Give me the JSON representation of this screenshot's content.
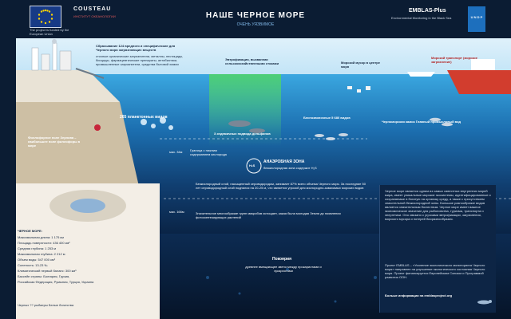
{
  "header": {
    "eu_caption": "The project is funded by the European Union",
    "cousteau_title": "COUSTEAU",
    "cousteau_subtitle": "ИНСТИТУТ ОКЕАНОЛОГИИ",
    "title": "НАШЕ ЧЕРНОЕ МОРЕ",
    "subtitle": "ОЧЕНЬ УЯЗВИМОЕ",
    "emblas_title": "EMBLAS-Plus",
    "emblas_sub": "Environmental Monitoring in the Black Sea",
    "undp_label": "U N D P"
  },
  "surface": {
    "pollutants_title": "Сбрасывание 124 вредного и специфические для Черного моря загрязняющих веществ",
    "pollutants_body": "сточные органические загрязнители, металлы, пестициды, биоциды, фармацевтические препараты, антибиотики, промышленные загрязнители, средства бытовой химии",
    "eutroph": "Эвтрофикация, вызванная сельскохозяйственными стоками",
    "marine_litter": "Морской мусор в центре моря",
    "marine_transport": "Морской транспорт (морское загрязнение)"
  },
  "water": {
    "plankton": "265 планктонных видов",
    "dolphins": "3 эндемичных подвида дельфинов",
    "invertebrates": "Беспозвоночные 5 680 видов",
    "fish": "Черноморская камса Главный промысловый вид",
    "phyllophora": "Филлофорное поле Зернова – наибольшее поле филлофоры в мире",
    "oxygen_limit": "Граница с нижним содержанием кислорода"
  },
  "depths": {
    "d1": "мах. 34м",
    "d2": "мах. 166м"
  },
  "anaerobic": {
    "icon_text": "H₂S",
    "title": "АНАЭРОБНАЯ ЗОНА",
    "subtitle": "безкислородная зона содержит H₂S",
    "body": "Безкислородный слой, насыщенный сероводородом, занимает 87% всего объема Черного моря. За последние 50 лет сероводородный слой поднялся на 20-25 м, что является угрозой для кислородно-зависимых морских видов",
    "microbes": "Значительное многообразие групп микробов истощает, какая была молодая Земля до появления фотосинтезирующих растений"
  },
  "deep": {
    "title": "Покоярия",
    "body": "древнее вмещающее звено между прокариотами и эукариотами"
  },
  "facts": {
    "heading": "ЧЕРНОЕ МОРЕ:",
    "rows": [
      "Максимальная длина: 1 175 км",
      "Площадь поверхности: 436 400 км²",
      "Средняя глубина: 1 253 м",
      "Максимальная глубина: 2 212 м",
      "Объем воды: 547 000 км³",
      "Соленость: 13-23 ‰",
      "Климатический первый баланс: 300 км³",
      "Бассейн страны: Болгария, Грузия,",
      "Российская Федерация, Румыния, Турция, Украина"
    ],
    "footer": "Черных ?? рыбаеры  Белые богатства"
  },
  "sidebar": {
    "para1": "Черное море является одним из самых известных внутренних морей мира, имеет уникальные морские экосистемы, идентифицированные и сохраняемые в богатую на органику среду, а также с присутствием значительной безкислородной зоны. Большое разнообразие видов является значительным богатством. Черное море имеет важное экономическое значение для рыболовства, туризма, транспорта и энергетики. Оно связано с угрозами эвтрофикации, загрязнения, морского мусора и потерей биоразнообразия.",
    "para2": "Проект EMBLAS – «Усиление экологического мониторинга Черного моря» направлен на улучшение экологического состояния Черного моря. Проект финансируется Европейским Союзом и Программой развития ООН.",
    "link": "Больше информации на emblasproject.org"
  }
}
